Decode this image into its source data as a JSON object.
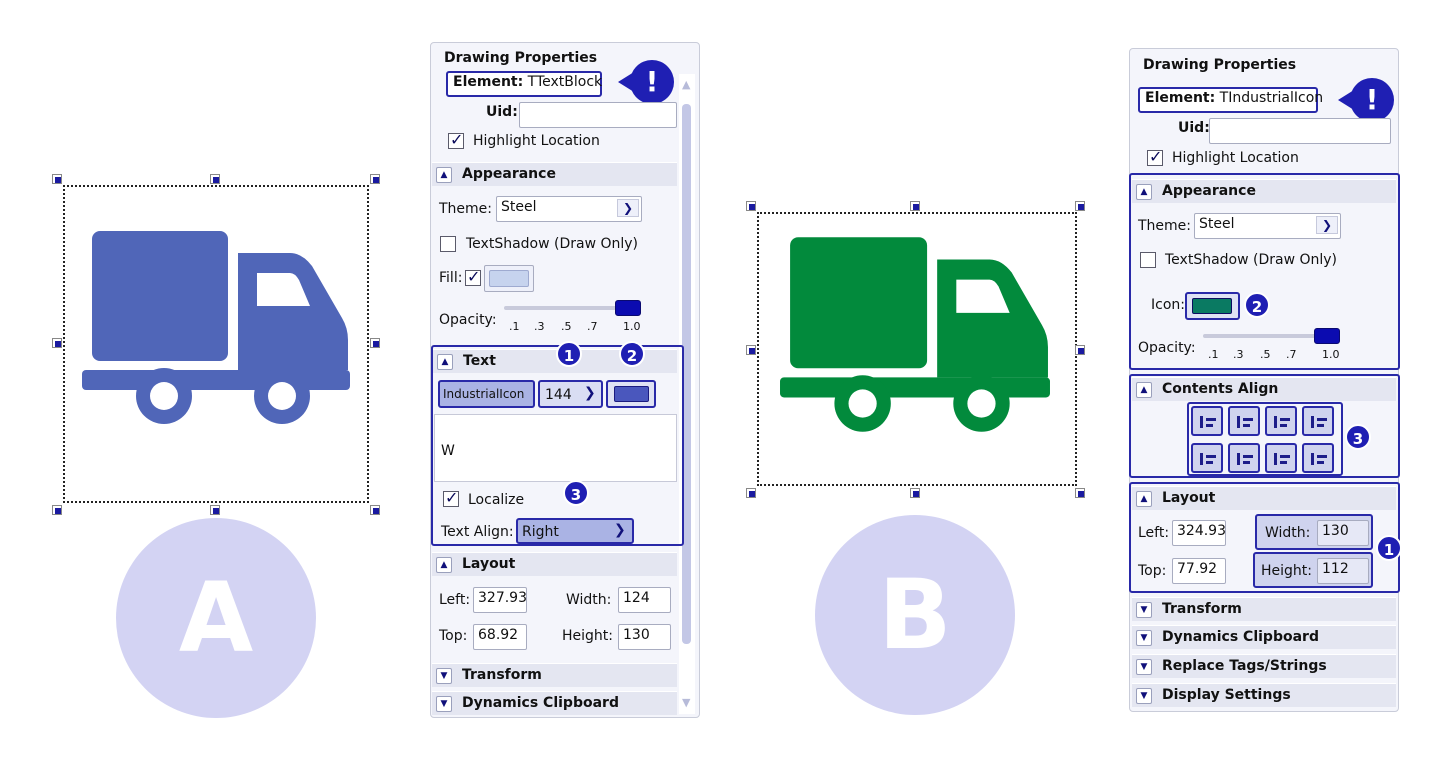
{
  "colors": {
    "truck_a": "#5066b8",
    "truck_b": "#028a3c",
    "accent": "#1f1fb3",
    "badge_bg": "#d3d3f3"
  },
  "labels": {
    "a": "A",
    "b": "B"
  },
  "panel_a": {
    "title": "Drawing Properties",
    "element_label": "Element:",
    "element_value": "TTextBlock",
    "alert": "!",
    "uid_label": "Uid:",
    "uid_value": "",
    "highlight_label": "Highlight Location",
    "appearance": {
      "header": "Appearance",
      "theme_label": "Theme:",
      "theme_value": "Steel",
      "textshadow_label": "TextShadow (Draw Only)",
      "fill_label": "Fill:",
      "opacity_label": "Opacity:",
      "opacity_ticks": [
        ".1",
        ".3",
        ".5",
        ".7",
        "1.0"
      ],
      "opacity_level": 1.0
    },
    "text": {
      "header": "Text",
      "font_value": "IndustrialIcon",
      "size_value": "144",
      "content": "W",
      "localize_label": "Localize",
      "align_label": "Text Align:",
      "align_value": "Right",
      "badge_1": "1",
      "badge_2": "2",
      "badge_3": "3"
    },
    "layout": {
      "header": "Layout",
      "left_label": "Left:",
      "left_value": "327.93",
      "width_label": "Width:",
      "width_value": "124",
      "top_label": "Top:",
      "top_value": "68.92",
      "height_label": "Height:",
      "height_value": "130"
    },
    "transform_header": "Transform",
    "clipboard_header": "Dynamics Clipboard"
  },
  "panel_b": {
    "title": "Drawing Properties",
    "element_label": "Element:",
    "element_value": "TIndustrialIcon",
    "alert": "!",
    "uid_label": "Uid:",
    "uid_value": "",
    "highlight_label": "Highlight Location",
    "appearance": {
      "header": "Appearance",
      "theme_label": "Theme:",
      "theme_value": "Steel",
      "textshadow_label": "TextShadow (Draw Only)",
      "icon_label": "Icon:",
      "badge_2": "2",
      "opacity_label": "Opacity:",
      "opacity_ticks": [
        ".1",
        ".3",
        ".5",
        ".7",
        "1.0"
      ],
      "opacity_level": 1.0
    },
    "contents_align": {
      "header": "Contents Align",
      "badge_3": "3"
    },
    "layout": {
      "header": "Layout",
      "left_label": "Left:",
      "left_value": "324.93",
      "width_label": "Width:",
      "width_value": "130",
      "top_label": "Top:",
      "top_value": "77.92",
      "height_label": "Height:",
      "height_value": "112",
      "badge_1": "1"
    },
    "transform_header": "Transform",
    "clipboard_header": "Dynamics Clipboard",
    "replace_header": "Replace Tags/Strings",
    "display_header": "Display Settings"
  }
}
